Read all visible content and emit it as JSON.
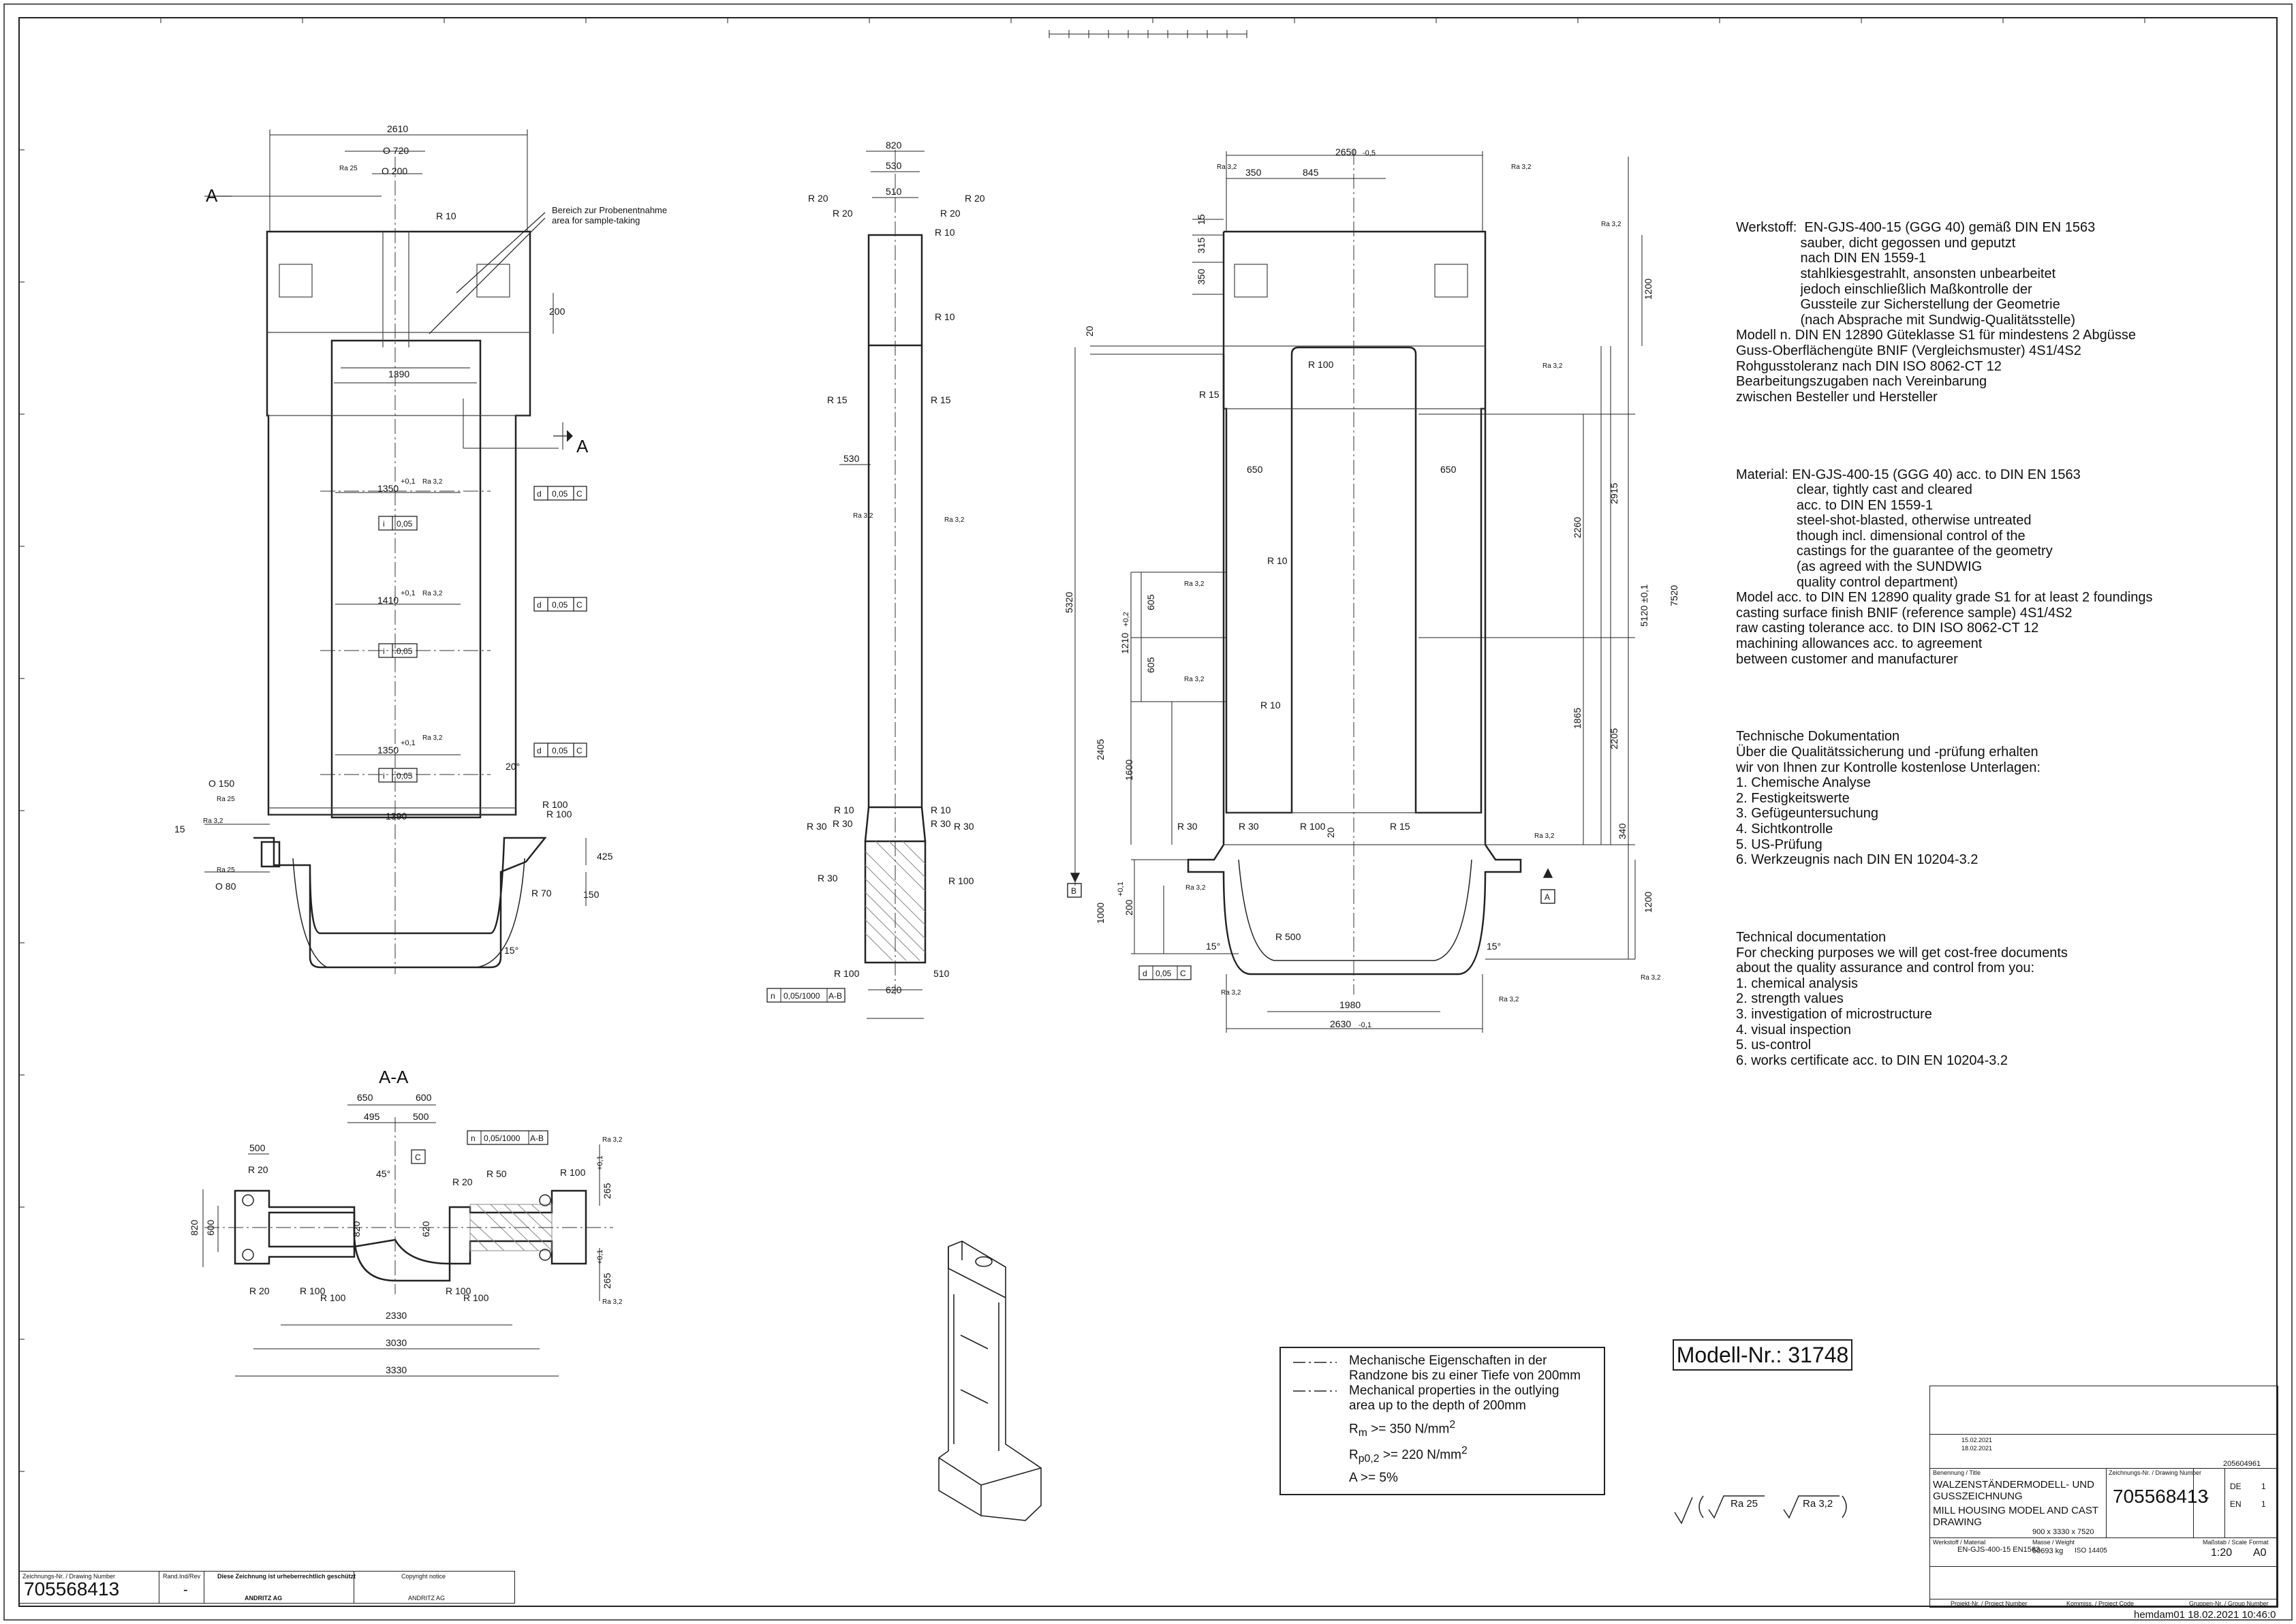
{
  "views": {
    "front": {
      "dims": [
        "2610",
        "Ο 720",
        "Ο 200",
        "R 10",
        "200",
        "1390",
        "1350",
        "+0,1",
        "1410",
        "+0,1",
        "1350",
        "+0,1",
        "1390",
        "20°",
        "R 100",
        "R 100",
        "425",
        "150",
        "R 70",
        "15°",
        "Ο 150",
        "Ο 80",
        "15"
      ],
      "ra": [
        "Ra 25",
        "Ra 3,2",
        "Ra 3,2",
        "Ra 3,2",
        "Ra 25",
        "Ra 3,2",
        "Ra 25"
      ],
      "section_label": "A",
      "tol": [
        "d",
        "0,05",
        "C",
        "i",
        "0,05"
      ],
      "sample_area_de": "Bereich zur Probenentnahme",
      "sample_area_en": "area for sample-taking"
    },
    "side": {
      "dims": [
        "820",
        "530",
        "510",
        "R 20",
        "R 20",
        "R 20",
        "R 20",
        "R 10",
        "R 10",
        "R 15",
        "R 15",
        "530",
        "R 10",
        "R 10",
        "R 30",
        "R 30",
        "R 30",
        "R 30",
        "R 30",
        "R 100",
        "R 100",
        "510",
        "620"
      ],
      "ra": [
        "Ra 3,2",
        "Ra 3,2"
      ],
      "tol": [
        "n",
        "0,05/1000",
        "A-B"
      ]
    },
    "top": {
      "dims": [
        "2650",
        "-0,5",
        "350",
        "845",
        "15",
        "315",
        "350",
        "1200",
        "20",
        "R 100",
        "R 15",
        "650",
        "650",
        "2915",
        "R 10",
        "5320",
        "605",
        "1210",
        "+0,2",
        "605",
        "R 10",
        "2260",
        "5120 ±0,1",
        "7520",
        "2405",
        "1600",
        "1865",
        "2205",
        "R 30",
        "R 30",
        "R 100",
        "R 15",
        "20",
        "340",
        "1000",
        "+0,1",
        "200",
        "R 500",
        "15°",
        "15°",
        "1200",
        "1980",
        "2630",
        "-0,1"
      ],
      "ra": [
        "Ra 3,2",
        "Ra 3,2",
        "Ra 3,2",
        "Ra 3,2",
        "Ra 3,2",
        "Ra 3,2",
        "Ra 3,2",
        "Ra 3,2",
        "Ra 3,2",
        "Ra 3,2",
        "Ra 3,2"
      ],
      "datums": [
        "B",
        "A"
      ],
      "tol": [
        "d",
        "0,05",
        "C"
      ]
    },
    "section": {
      "title": "A-A",
      "dims": [
        "650",
        "600",
        "495",
        "500",
        "500",
        "R 20",
        "45°",
        "R 20",
        "R 50",
        "R 100",
        "265",
        "+0,1",
        "820",
        "600",
        "820",
        "620",
        "R 20",
        "R 100",
        "R 100",
        "R 100",
        "R 100",
        "265",
        "+0,1",
        "2330",
        "3030",
        "3330"
      ],
      "datum": "C",
      "tol": [
        "n",
        "0,05/1000",
        "A-B"
      ],
      "ra": [
        "Ra 3,2",
        "Ra 3,2"
      ]
    }
  },
  "notes": {
    "de_material": "Werkstoff:  EN-GJS-400-15 (GGG 40) gemäß DIN EN 1563\n                 sauber, dicht gegossen und geputzt\n                 nach DIN EN 1559-1\n                 stahlkiesgestrahlt, ansonsten unbearbeitet\n                 jedoch einschließlich Maßkontrolle der\n                 Gussteile zur Sicherstellung der Geometrie\n                 (nach Absprache mit Sundwig-Qualitätsstelle)\nModell n. DIN EN 12890 Güteklasse S1 für mindestens 2 Abgüsse\nGuss-Oberflächengüte BNIF (Vergleichsmuster) 4S1/4S2\nRohgusstoleranz nach DIN ISO 8062-CT 12\nBearbeitungszugaben nach Vereinbarung\nzwischen Besteller und Hersteller",
    "en_material": "Material: EN-GJS-400-15 (GGG 40) acc. to DIN EN 1563\n                clear, tightly cast and cleared\n                acc. to DIN EN 1559-1\n                steel-shot-blasted, otherwise untreated\n                though incl. dimensional control of the\n                castings for the guarantee of the geometry\n                (as agreed with the SUNDWIG\n                quality control department)\nModel acc. to DIN EN 12890 quality grade S1 for at least 2 foundings\ncasting surface finish BNIF (reference sample) 4S1/4S2\nraw casting tolerance acc. to DIN ISO 8062-CT 12\nmachining allowances acc. to agreement\nbetween customer and manufacturer",
    "de_doc": "Technische Dokumentation\nÜber die Qualitätssicherung und -prüfung erhalten\nwir von Ihnen zur Kontrolle kostenlose Unterlagen:\n1. Chemische Analyse\n2. Festigkeitswerte\n3. Gefügeuntersuchung\n4. Sichtkontrolle\n5. US-Prüfung\n6. Werkzeugnis nach DIN EN 10204-3.2",
    "en_doc": "Technical documentation\nFor checking purposes we will get cost-free documents\nabout the quality assurance and control from you:\n1. chemical analysis\n2. strength values\n3. investigation of microstructure\n4. visual inspection\n5. us-control\n6. works certificate acc. to DIN EN 10204-3.2"
  },
  "model_no": "Modell-Nr.: 31748",
  "legend": {
    "line1": "Mechanische Eigenschaften in der",
    "line2": "Randzone bis zu einer Tiefe von 200mm",
    "line3": "Mechanical properties in the outlying",
    "line4": "area up to the depth of 200mm",
    "rm_sym": "R",
    "rm_sub": "m",
    "rm_val": ">= 350 N/mm",
    "rp_sym": "R",
    "rp_sub": "p0,2",
    "rp_val": ">= 220 N/mm",
    "sq": "2",
    "a": "A >= 5%"
  },
  "surface_symbol": {
    "a": "Ra  25",
    "b": "Ra  3,2"
  },
  "title_block_left": {
    "dn_label": "Zeichnungs-Nr. / Drawing Number",
    "dn": "705568413",
    "rev_label": "Rand.Ind/Rev",
    "rev": "-",
    "protect_de": "Diese Zeichnung ist urheberrechtlich geschützt",
    "company": "ANDRITZ AG",
    "copyright": "Copyright notice",
    "company2": "ANDRITZ AG"
  },
  "title_block": {
    "date1": "15.02.2021",
    "date2": "18.02.2021",
    "number": "205604961",
    "title_label": "Benennung / Title",
    "title_de": "WALZENSTÄNDERMODELL- UND GUSSZEICHNUNG",
    "title_en": "MILL HOUSING MODEL AND CAST DRAWING",
    "size": "900 x 3330 x 7520",
    "dn_label": "Zeichnungs-Nr. / Drawing Number",
    "dn": "705568413",
    "rev": "-",
    "lang1": "DE",
    "lang2": "EN",
    "sheet": "1",
    "sheets": "1",
    "material_label": "Werkstoff / Material",
    "material": "EN-GJS-400-15 EN1563",
    "mass_label": "Masse / Weight",
    "mass": "50693 kg",
    "std": "ISO 14405",
    "scale_label": "Maßstab / Scale",
    "scale": "1:20",
    "format_label": "Format",
    "format": "A0",
    "project_label": "Projekt-Nr. / Project Number",
    "kom_label": "Kommiss. / Project Code",
    "group_label": "Gruppen-Nr. / Group Number"
  },
  "footer": "hemdam01 18.02.2021 10:46:0"
}
